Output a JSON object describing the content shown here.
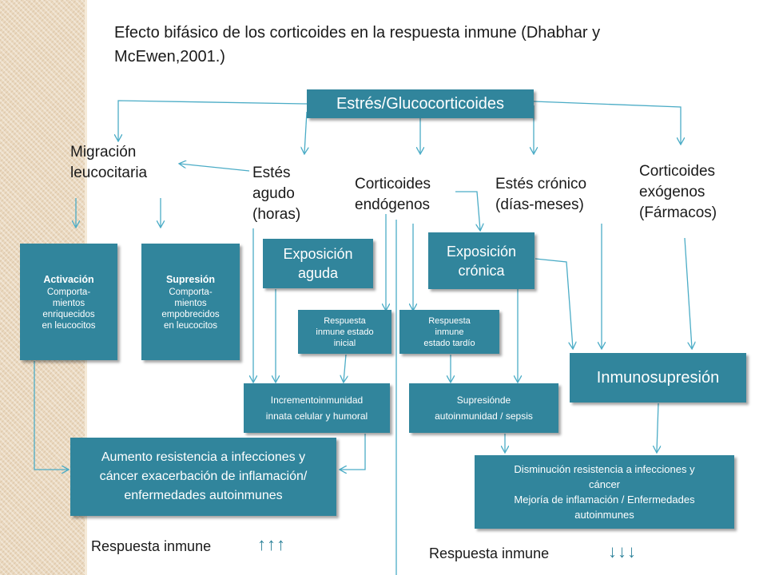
{
  "title": "Efecto bifásico de los corticoides en la respuesta inmune (Dhabhar y McEwen,2001.)",
  "top_box": "Estrés/Glucocorticoides",
  "labels": {
    "migracion": [
      "Migración",
      "leucocitaria"
    ],
    "agudo": [
      "Estés",
      "agudo",
      "(horas)"
    ],
    "endogenos": [
      "Corticoides",
      "endógenos"
    ],
    "cronico": [
      "Estés crónico",
      "(días-meses)"
    ],
    "exogenos": [
      "Corticoides",
      "exógenos",
      "(Fármacos)"
    ]
  },
  "boxes": {
    "activacion": {
      "head": "Activación",
      "body": [
        "Comporta-",
        "mientos",
        "enriquecidos",
        "en leucocitos"
      ]
    },
    "supresion": {
      "head": "Supresión",
      "body": [
        "Comporta-",
        "mientos",
        "empobrecidos",
        "en leucocitos"
      ]
    },
    "exp_aguda": [
      "Exposición",
      "aguda"
    ],
    "exp_cronica": [
      "Exposición",
      "crónica"
    ],
    "resp_inicial": [
      "Respuesta",
      "inmune estado",
      "inicial"
    ],
    "resp_tardio": [
      "Respuesta",
      "inmune",
      "estado tardío"
    ],
    "incremento": [
      "Incrementoinmunidad",
      "innata celular y humoral"
    ],
    "supresion_sepsis": [
      "Supresiónde",
      "autoinmunidad / sepsis"
    ],
    "inmunosupresion": "Inmunosupresión",
    "aumento": [
      "Aumento resistencia a infecciones y",
      "cáncer exacerbación de inflamación/",
      "enfermedades autoinmunes"
    ],
    "disminucion": [
      "Disminución resistencia a infecciones y",
      "cáncer",
      "Mejoría de inflamación / Enfermedades",
      "autoinmunes"
    ]
  },
  "footer": {
    "left": "Respuesta inmune",
    "left_arrows": "↑↑↑",
    "right": "Respuesta inmune",
    "right_arrows": "↓↓↓"
  },
  "colors": {
    "box_fill": "#31859c",
    "box_text": "#ffffff",
    "connector": "#4bacc6",
    "sidebar": "#ead8bf"
  }
}
